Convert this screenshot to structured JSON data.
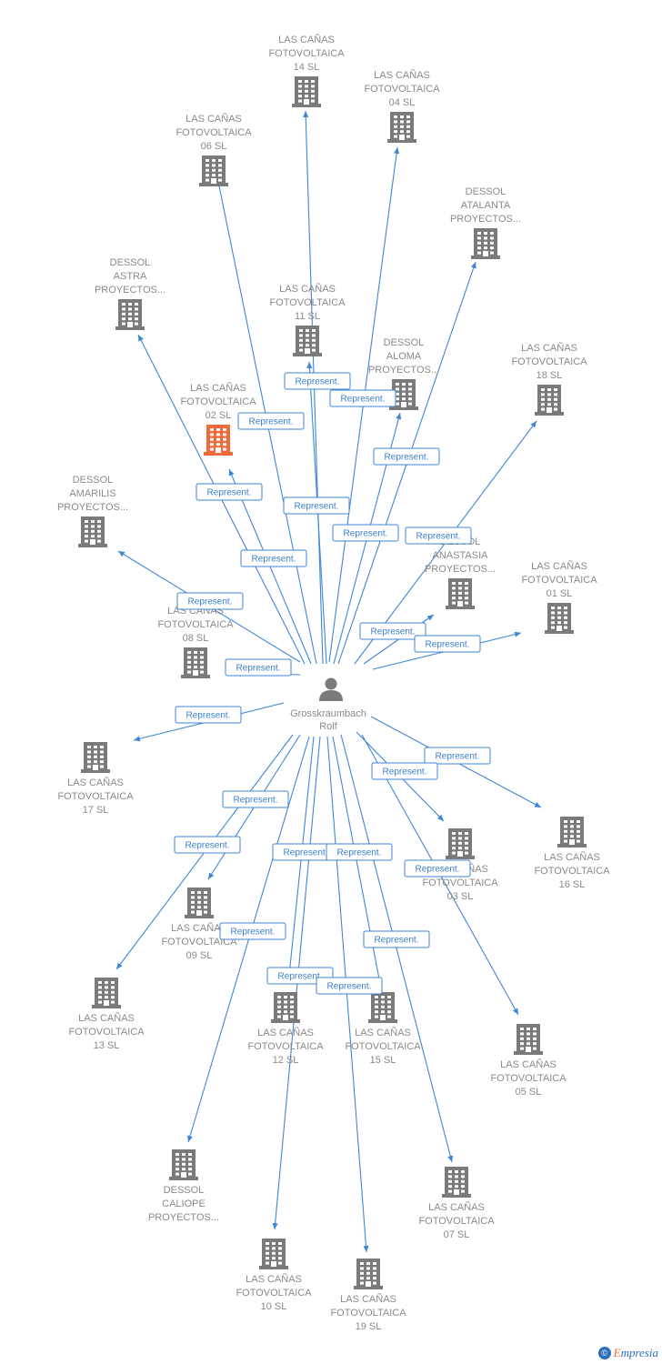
{
  "center": {
    "name_lines": [
      "Grosskraumbach",
      "Rolf"
    ]
  },
  "edge_label": "Represent.",
  "colors": {
    "edge": "#3f86d8",
    "building": "#7a7a7a",
    "highlight": "#f26a3a",
    "person": "#7a7a7a"
  },
  "nodes": [
    {
      "id": "n14",
      "lines": [
        "LAS CAÑAS",
        "FOTOVOLTAICA",
        "14 SL"
      ]
    },
    {
      "id": "n04",
      "lines": [
        "LAS CAÑAS",
        "FOTOVOLTAICA",
        "04 SL"
      ]
    },
    {
      "id": "n06",
      "lines": [
        "LAS CAÑAS",
        "FOTOVOLTAICA",
        "06 SL"
      ]
    },
    {
      "id": "natalanta",
      "lines": [
        "DESSOL",
        "ATALANTA",
        "PROYECTOS..."
      ]
    },
    {
      "id": "nastra",
      "lines": [
        "DESSOL",
        "ASTRA",
        "PROYECTOS..."
      ]
    },
    {
      "id": "n11",
      "lines": [
        "LAS CAÑAS",
        "FOTOVOLTAICA",
        "11 SL"
      ]
    },
    {
      "id": "naloma",
      "lines": [
        "DESSOL",
        "ALOMA",
        "PROYECTOS..."
      ]
    },
    {
      "id": "n18",
      "lines": [
        "LAS CAÑAS",
        "FOTOVOLTAICA",
        "18 SL"
      ]
    },
    {
      "id": "n02",
      "lines": [
        "LAS CAÑAS",
        "FOTOVOLTAICA",
        "02 SL"
      ],
      "highlight": true
    },
    {
      "id": "namarilis",
      "lines": [
        "DESSOL",
        "AMARILIS",
        "PROYECTOS..."
      ]
    },
    {
      "id": "nanastasia",
      "lines": [
        "DESSOL",
        "ANASTASIA",
        "PROYECTOS..."
      ]
    },
    {
      "id": "n01",
      "lines": [
        "LAS CAÑAS",
        "FOTOVOLTAICA",
        "01 SL"
      ]
    },
    {
      "id": "n08",
      "lines": [
        "LAS CAÑAS",
        "FOTOVOLTAICA",
        "08 SL"
      ]
    },
    {
      "id": "n17",
      "lines": [
        "LAS CAÑAS",
        "FOTOVOLTAICA",
        "17 SL"
      ]
    },
    {
      "id": "n16",
      "lines": [
        "LAS CAÑAS",
        "FOTOVOLTAICA",
        "16 SL"
      ]
    },
    {
      "id": "n03",
      "lines": [
        "LAS CAÑAS",
        "FOTOVOLTAICA",
        "03 SL"
      ]
    },
    {
      "id": "n09",
      "lines": [
        "LAS CAÑAS",
        "FOTOVOLTAICA",
        "09 SL"
      ]
    },
    {
      "id": "n13",
      "lines": [
        "LAS CAÑAS",
        "FOTOVOLTAICA",
        "13 SL"
      ]
    },
    {
      "id": "n12",
      "lines": [
        "LAS CAÑAS",
        "FOTOVOLTAICA",
        "12 SL"
      ]
    },
    {
      "id": "n15",
      "lines": [
        "LAS CAÑAS",
        "FOTOVOLTAICA",
        "15 SL"
      ]
    },
    {
      "id": "n05",
      "lines": [
        "LAS CAÑAS",
        "FOTOVOLTAICA",
        "05 SL"
      ]
    },
    {
      "id": "ncaliope",
      "lines": [
        "DESSOL",
        "CALIOPE",
        "PROYECTOS..."
      ]
    },
    {
      "id": "n07",
      "lines": [
        "LAS CAÑAS",
        "FOTOVOLTAICA",
        "07 SL"
      ]
    },
    {
      "id": "n10",
      "lines": [
        "LAS CAÑAS",
        "FOTOVOLTAICA",
        "10 SL"
      ]
    },
    {
      "id": "n19",
      "lines": [
        "LAS CAÑAS",
        "FOTOVOLTAICA",
        "19 SL"
      ]
    }
  ],
  "brand": {
    "copyright_symbol": "©",
    "initial": "E",
    "rest": "mpresia"
  }
}
